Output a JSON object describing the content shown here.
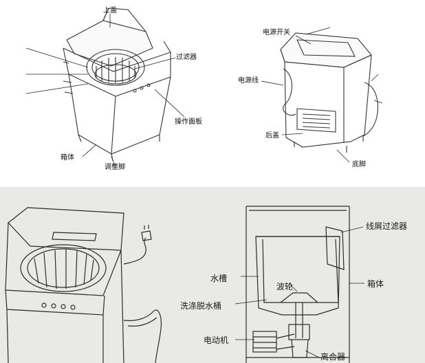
{
  "top": {
    "front_view_labels": {
      "lid": "上盖",
      "filter": "过滤器",
      "control_panel": "操作面板",
      "cabinet": "箱体",
      "adjust_foot": "调整脚"
    },
    "rear_view_labels": {
      "power_switch": "电源开关",
      "power_cord": "电源线",
      "back_cover": "后盖",
      "base_foot": "底脚"
    }
  },
  "bottom": {
    "cutaway_labels": {
      "lint_filter": "线屑过滤器",
      "water_tub": "水槽",
      "cabinet": "箱体",
      "pulsator": "波轮",
      "wash_spin_tub": "洗涤脱水桶",
      "motor": "电动机",
      "clutch": "离合器"
    }
  },
  "colors": {
    "line": "#222222",
    "bottom_background": "#e9e9e6"
  }
}
